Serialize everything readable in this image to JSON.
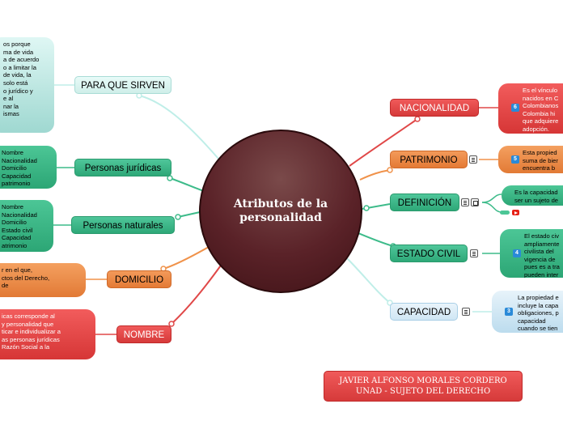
{
  "central": {
    "title": "Atributos de la personalidad"
  },
  "left_topics": {
    "para_que_sirven": {
      "label": "PARA QUE SIRVEN",
      "note": "os porque\nma de vida\na de acuerdo\no a limitar la\nde vida, la\nsolo está\no jurídico y\ne al\nnar la\nismas"
    },
    "personas_juridicas": {
      "label": "Personas jurídicas",
      "note": "Nombre\nNacionalidad\nDomicilio\nCapacidad\npatrimonio"
    },
    "personas_naturales": {
      "label": "Personas naturales",
      "note": "Nombre\nNacionalidad\nDomicilio\nEstado civil\nCapacidad\natrimonio"
    },
    "domicilio": {
      "label": "DOMICILIO",
      "note": "r en el que,\nctos del Derecho,\nde"
    },
    "nombre": {
      "label": "NOMBRE",
      "note": "icas corresponde al\ny personalidad que\nticar e individualizar a\nas personas jurídicas\nRazón Social a la"
    }
  },
  "right_topics": {
    "nacionalidad": {
      "label": "NACIONALIDAD",
      "badge": "6",
      "note": "Es el vínculo\nnacidos en C\nColombianos\nColombia hi\nque adquiere\nadopción."
    },
    "patrimonio": {
      "label": "PATRIMONIO",
      "badge": "5",
      "note": "Esta propied\nsuma de bier\nencuentra b"
    },
    "definicion": {
      "label": "DEFINICIÓN",
      "note": "Es la capacidad\nser un sujeto de"
    },
    "estado_civil": {
      "label": "ESTADO CIVIL",
      "badge": "4",
      "note": "El estado civ\nampliamente\ncivilista del\nvigencia de\npues es a tra\npueden inter"
    },
    "capacidad": {
      "label": "CAPACIDAD",
      "badge": "3",
      "note": "La propiedad e\nincluye la capa\nobligaciones, p\ncapacidad\ncuando se tien"
    }
  },
  "footer": {
    "line1": "JAVIER ALFONSO MORALES CORDERO",
    "line2": "UNAD - SUJETO DEL DERECHO"
  },
  "colors": {
    "central": "#5a2228",
    "teal_light": "#cfeee9",
    "green": "#2ea878",
    "orange": "#e47a35",
    "red": "#d63a3a",
    "blue_light": "#cfe6f4",
    "badge": "#2a8ad8"
  },
  "icons": [
    "notes-icon",
    "attachment-icon",
    "youtube-icon",
    "link-icon"
  ]
}
